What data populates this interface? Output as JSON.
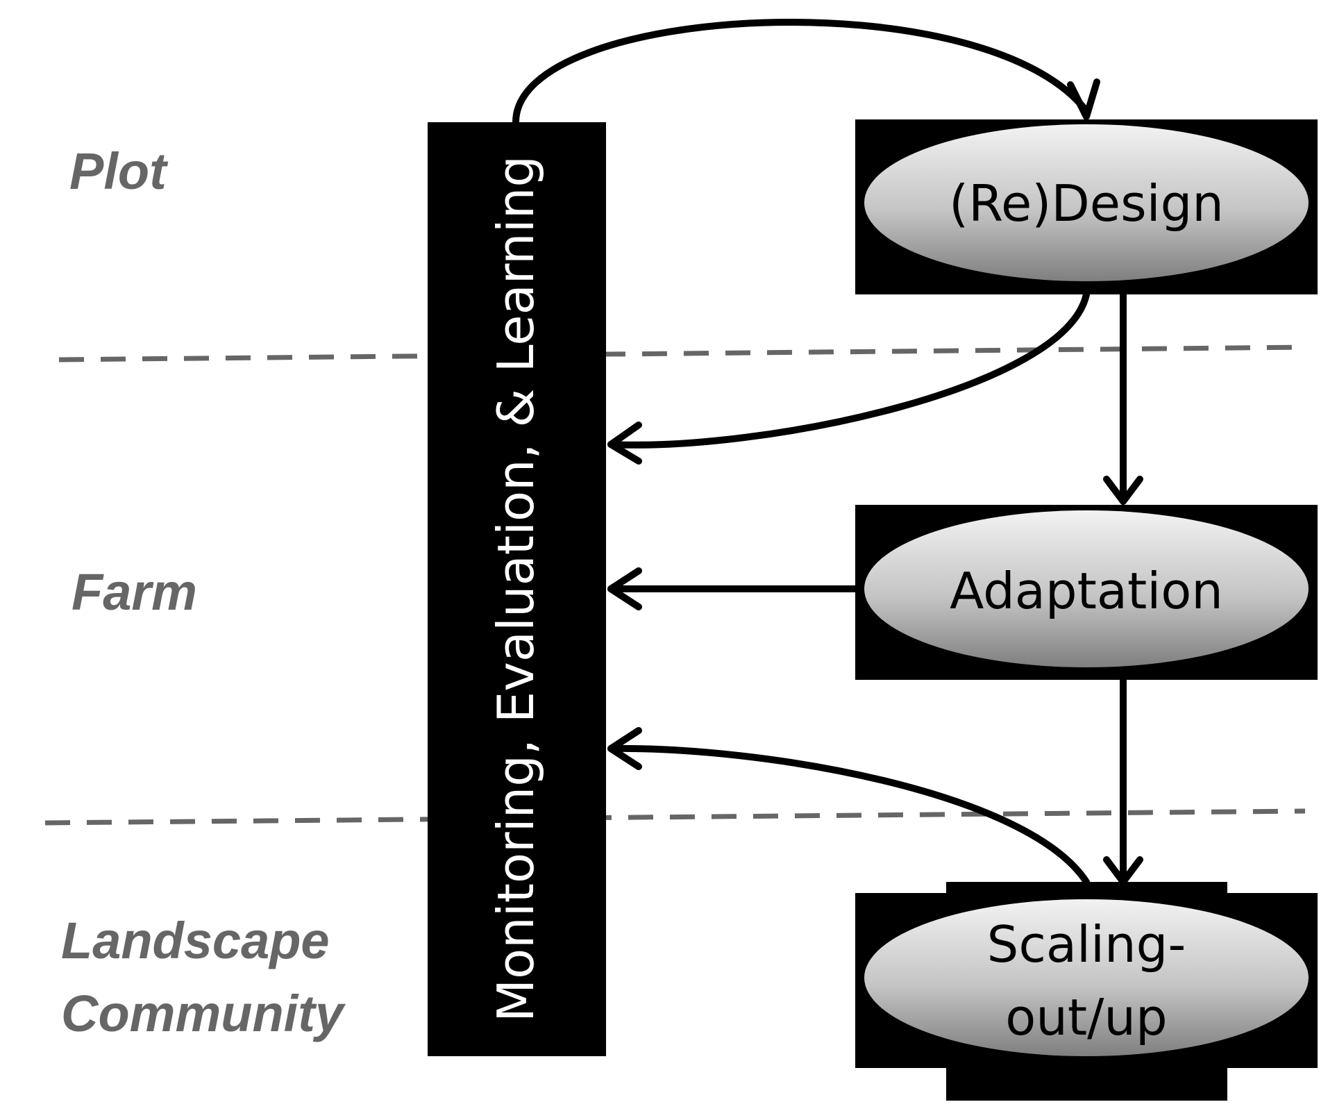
{
  "levels": {
    "plot": "Plot",
    "farm": "Farm",
    "landscape_line1": "Landscape",
    "landscape_line2": "Community"
  },
  "side_box": {
    "label": "Monitoring, Evaluation, & Learning"
  },
  "nodes": {
    "redesign": "(Re)Design",
    "adaptation": "Adaptation",
    "scaling_line1": "Scaling-",
    "scaling_line2": "out/up"
  },
  "colors": {
    "box_fill": "#000000",
    "level_text": "#666666",
    "divider": "#666666",
    "ellipse_light": "#f2f2f2",
    "ellipse_dark": "#7f7f7f"
  }
}
